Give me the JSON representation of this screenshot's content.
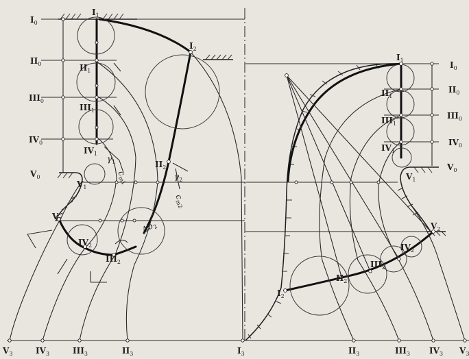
{
  "left_view": {
    "roman_labels": [
      {
        "id": "I0",
        "roman": "I",
        "sub": "0"
      },
      {
        "id": "II0",
        "roman": "II",
        "sub": "0"
      },
      {
        "id": "III0",
        "roman": "III",
        "sub": "0"
      },
      {
        "id": "IV0",
        "roman": "IV",
        "sub": "0"
      },
      {
        "id": "V0",
        "roman": "V",
        "sub": "0"
      },
      {
        "id": "I1",
        "roman": "I",
        "sub": "1"
      },
      {
        "id": "II1",
        "roman": "II",
        "sub": "1"
      },
      {
        "id": "III1",
        "roman": "III",
        "sub": "1"
      },
      {
        "id": "IV1",
        "roman": "IV",
        "sub": "1"
      },
      {
        "id": "V1",
        "roman": "V",
        "sub": "1"
      },
      {
        "id": "I2",
        "roman": "I",
        "sub": "2"
      },
      {
        "id": "II2",
        "roman": "II",
        "sub": "2"
      },
      {
        "id": "III2",
        "roman": "III",
        "sub": "2"
      },
      {
        "id": "IV2",
        "roman": "IV",
        "sub": "2"
      },
      {
        "id": "V2",
        "roman": "V",
        "sub": "2"
      }
    ],
    "bottom_labels": [
      {
        "id": "V3",
        "roman": "V",
        "sub": "3"
      },
      {
        "id": "IV3",
        "roman": "IV",
        "sub": "3"
      },
      {
        "id": "III3",
        "roman": "III",
        "sub": "3"
      },
      {
        "id": "II3",
        "roman": "II",
        "sub": "3"
      },
      {
        "id": "I3",
        "roman": "I",
        "sub": "3"
      }
    ],
    "greek_labels": [
      {
        "id": "gamma1",
        "text": "γ",
        "sub": "1"
      },
      {
        "id": "cm1",
        "text": "c",
        "sub": "m1"
      },
      {
        "id": "gamma2",
        "text": "γ",
        "sub": "2"
      },
      {
        "id": "cm2",
        "text": "c",
        "sub": "m2"
      },
      {
        "id": "db2",
        "text": "Δb",
        "sub": "2"
      }
    ]
  },
  "right_view": {
    "roman_labels": [
      {
        "id": "I0",
        "roman": "I",
        "sub": "0"
      },
      {
        "id": "II0",
        "roman": "II",
        "sub": "0"
      },
      {
        "id": "III0",
        "roman": "III",
        "sub": "0"
      },
      {
        "id": "IV0",
        "roman": "IV",
        "sub": "0"
      },
      {
        "id": "V0",
        "roman": "V",
        "sub": "0"
      },
      {
        "id": "I1",
        "roman": "I",
        "sub": "1"
      },
      {
        "id": "II1",
        "roman": "II",
        "sub": "1"
      },
      {
        "id": "III1",
        "roman": "III",
        "sub": "1"
      },
      {
        "id": "IV1",
        "roman": "IV",
        "sub": "1"
      },
      {
        "id": "V1",
        "roman": "V",
        "sub": "1"
      },
      {
        "id": "I2",
        "roman": "I",
        "sub": "2"
      },
      {
        "id": "II2",
        "roman": "II",
        "sub": "2"
      },
      {
        "id": "III2",
        "roman": "III",
        "sub": "2"
      },
      {
        "id": "IV2",
        "roman": "IV",
        "sub": "2"
      },
      {
        "id": "V2",
        "roman": "V",
        "sub": "2"
      }
    ],
    "bottom_labels": [
      {
        "id": "II3",
        "roman": "II",
        "sub": "3"
      },
      {
        "id": "III3",
        "roman": "III",
        "sub": "3"
      },
      {
        "id": "IV3",
        "roman": "IV",
        "sub": "3"
      },
      {
        "id": "V3",
        "roman": "V",
        "sub": "3"
      }
    ]
  },
  "colors": {
    "paper": "#e9e6e0",
    "ink": "#1e1e1e"
  }
}
